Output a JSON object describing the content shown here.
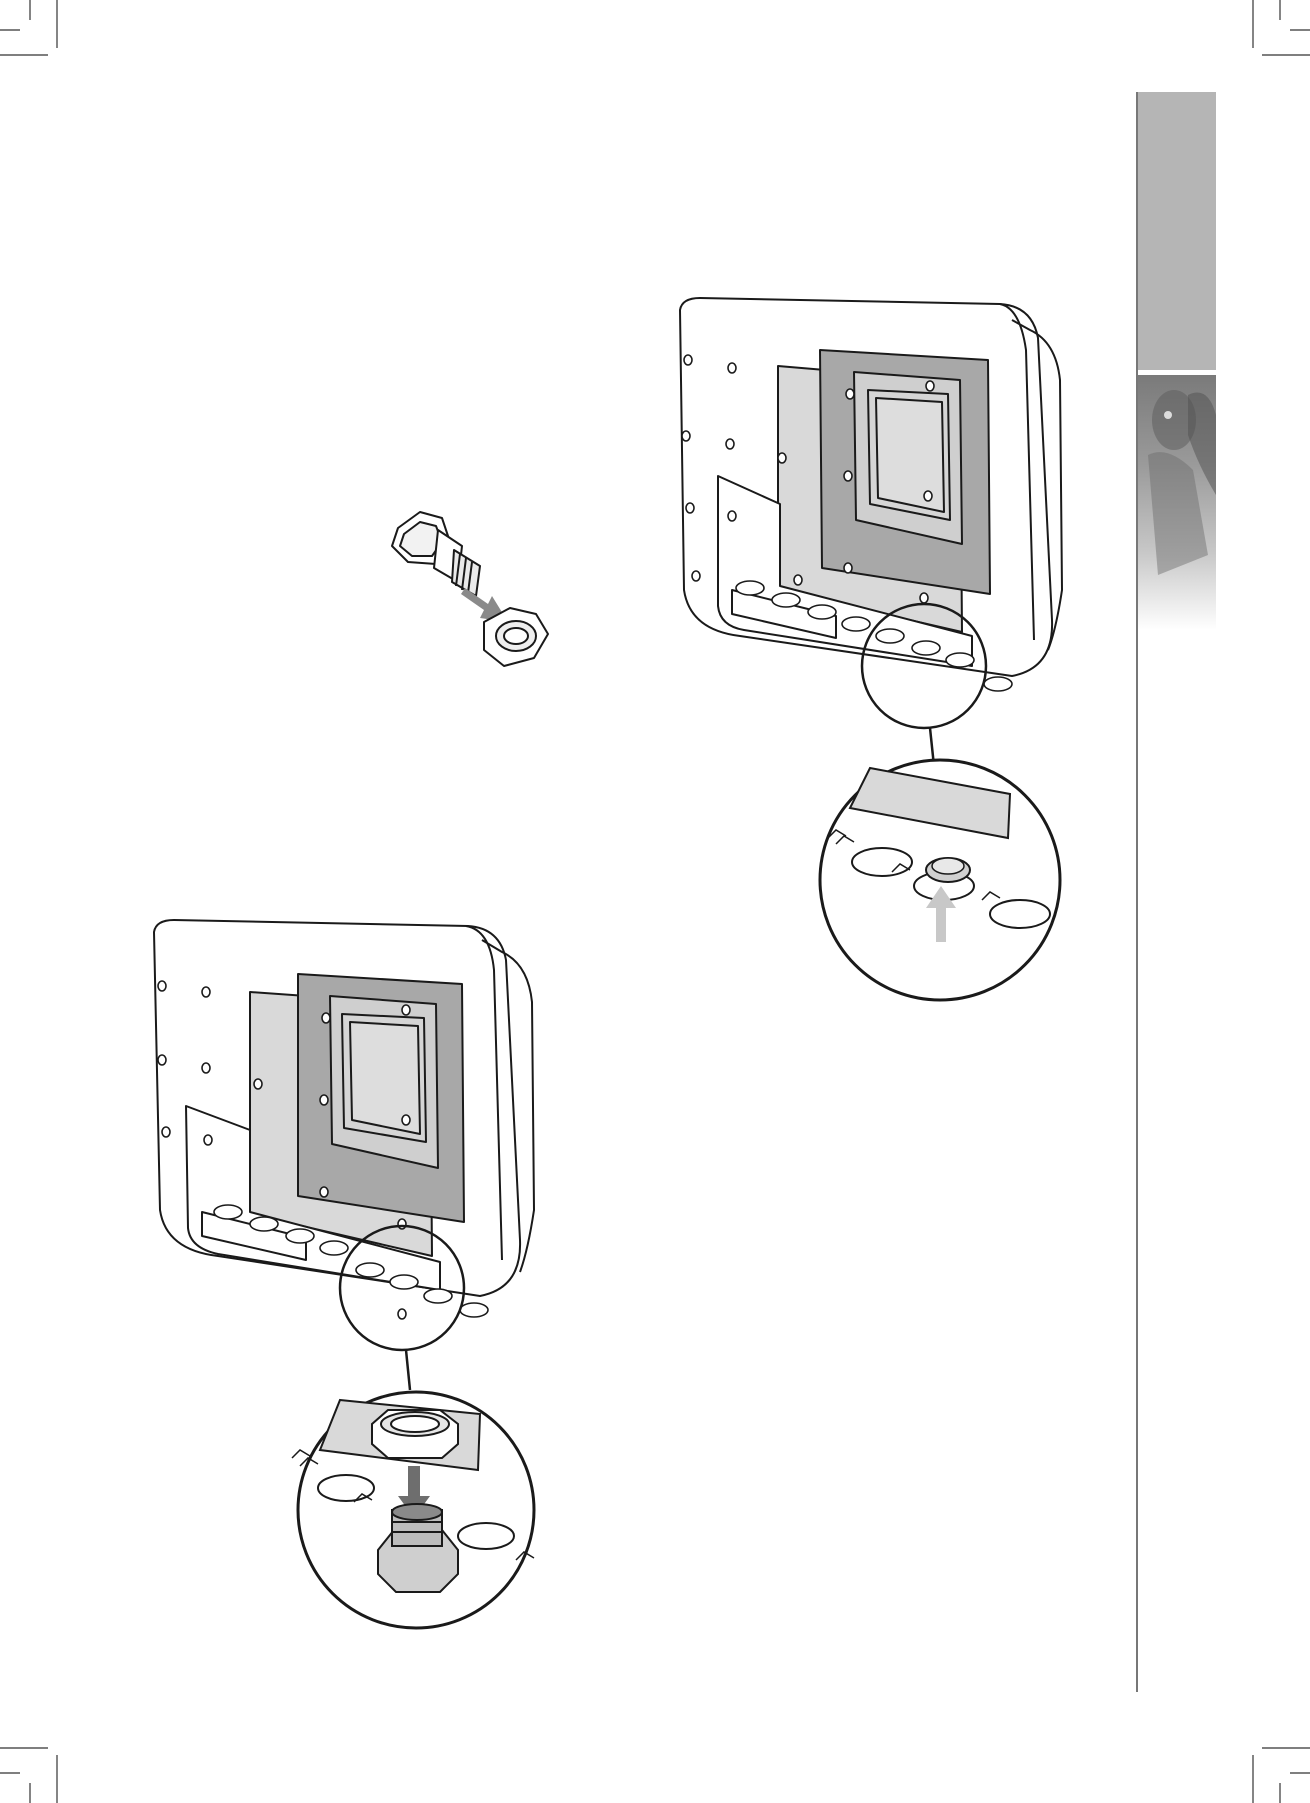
{
  "page": {
    "kind": "manual-illustration-page",
    "text_content": []
  },
  "side_tab": {
    "color": "#b5b5b5",
    "photo_description_icon": "person-on-phone-photo"
  },
  "figures": [
    {
      "id": "gland-and-locknut",
      "arrow_color": "#8a8a8a"
    },
    {
      "id": "remove-blanking-plug",
      "arrow_color": "#c8c8c8"
    },
    {
      "id": "fit-gland-locknut",
      "arrow_color": "#6e6e6e"
    }
  ],
  "colors": {
    "panel_dark": "#a8a8a8",
    "panel_light": "#d9d9d9",
    "outline": "#1a1a1a"
  }
}
